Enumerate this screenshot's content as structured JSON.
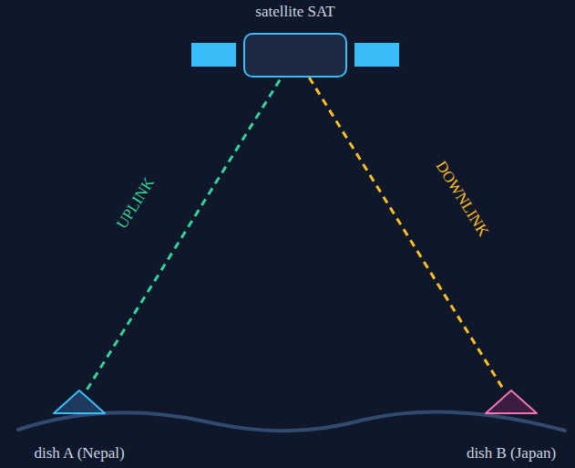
{
  "diagram": {
    "nodes": [
      {
        "text": [
          "satellite SAT"
        ]
      },
      {
        "text": [
          "dish A (Nepal)"
        ]
      },
      {
        "text": [
          "dish B (Japan)"
        ]
      }
    ],
    "edges": [
      {
        "from": 1,
        "to": 0,
        "label": "UPLINK",
        "arrow": "none"
      },
      {
        "from": 0,
        "to": 2,
        "label": "DOWNLINK",
        "arrow": "none"
      }
    ]
  }
}
